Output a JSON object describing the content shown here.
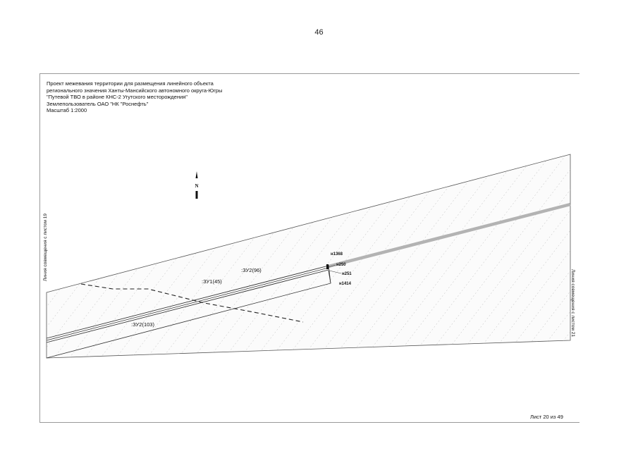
{
  "page_number": "46",
  "title_block": {
    "line1": "Проект межевания территории для размещения линейного объекта",
    "line2": "регионального значения Ханты-Мансийского автономного округа-Югры",
    "line3": "\"Путевой ТВО в районе КНС-2 Угутского месторождения\"",
    "line4": "Землепользователь ОАО \"НК \"Роснефть\"",
    "line5": "Масштаб 1:2000"
  },
  "north_arrow_label": "N",
  "match_line_left": "Линия совмещения с листом 19",
  "match_line_right": "Линия совмещения с листом 21",
  "parcel_labels": {
    "zu2_96": ":ЗУ2(96)",
    "zu1_45": ":ЗУ1(45)",
    "zu2_103": ":ЗУ2(103)"
  },
  "point_labels": {
    "n1368": "н1368",
    "n250": "н250",
    "n251": "н251",
    "n1414": "н1414"
  },
  "sheet_number": "Лист 20 из 49",
  "colors": {
    "pipeline_existing": "#b3b3b3",
    "hatch": "#b8b8b8",
    "outline": "#555555",
    "boundary_dashed": "#222222"
  }
}
